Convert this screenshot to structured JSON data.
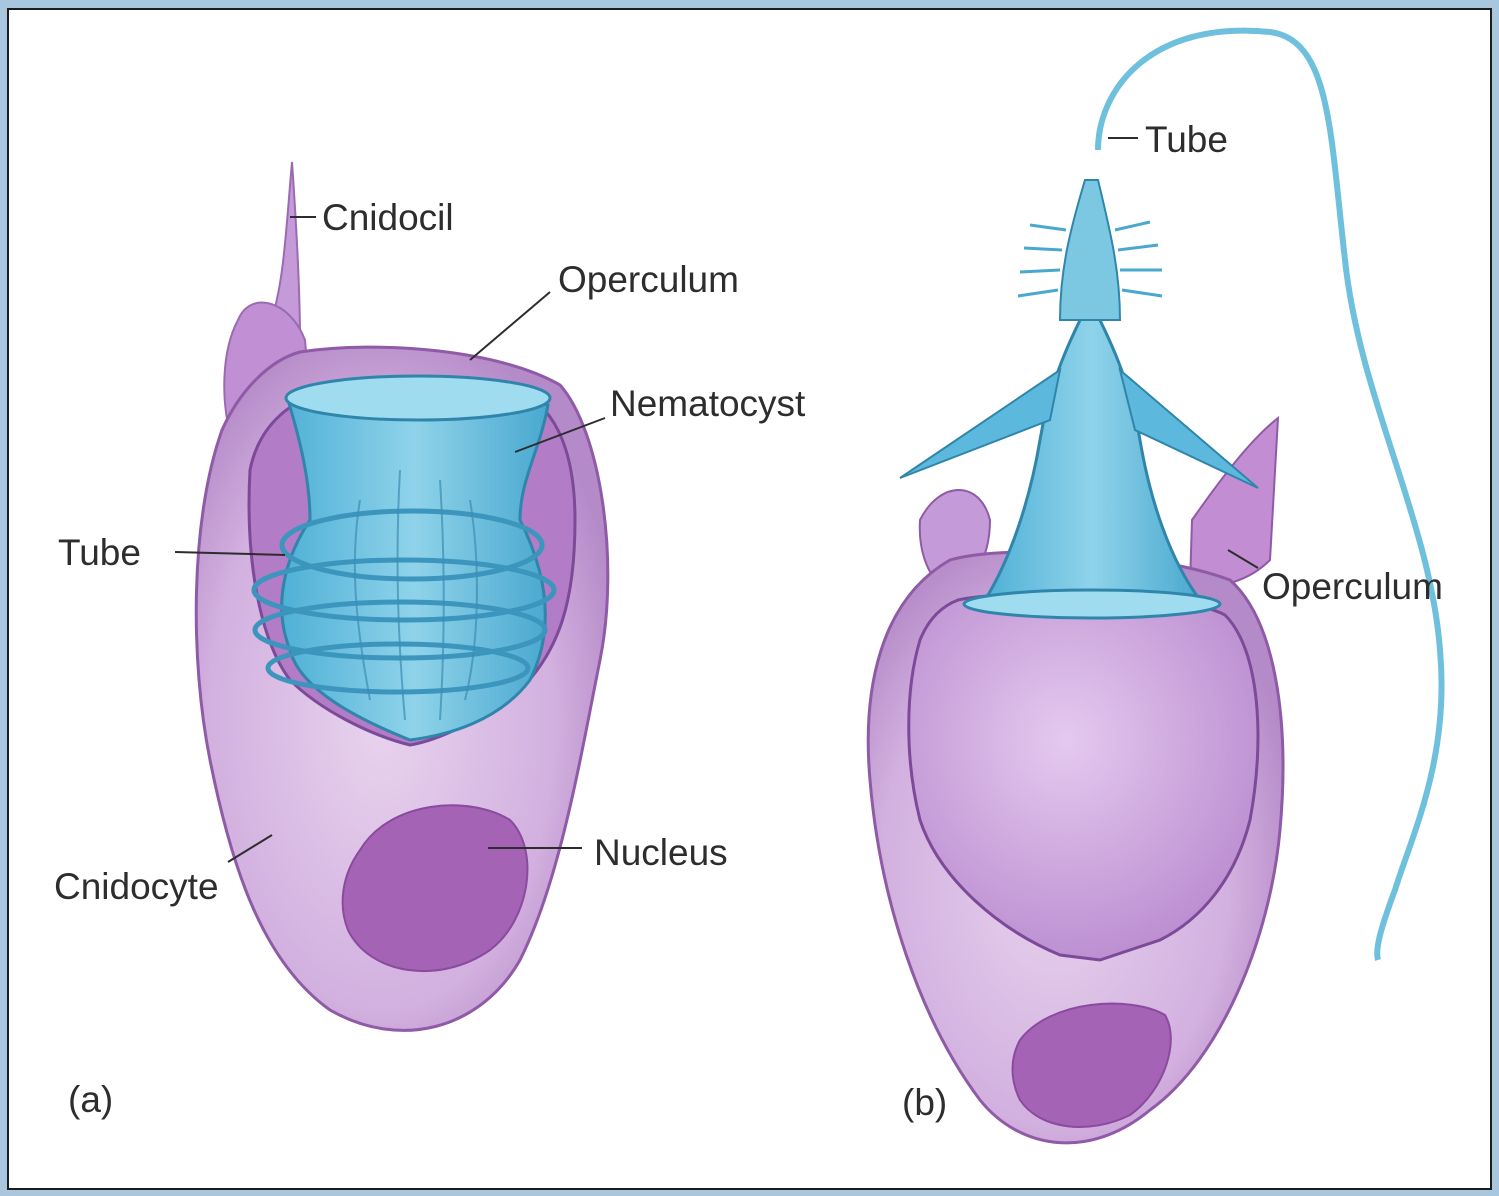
{
  "figure": {
    "panel_a": {
      "letter": "(a)",
      "labels": {
        "cnidocil": "Cnidocil",
        "operculum": "Operculum",
        "nematocyst": "Nematocyst",
        "tube": "Tube",
        "cnidocyte": "Cnidocyte",
        "nucleus": "Nucleus"
      }
    },
    "panel_b": {
      "letter": "(b)",
      "labels": {
        "tube": "Tube",
        "operculum": "Operculum"
      }
    }
  },
  "colors": {
    "frame": "#a9c6df",
    "cell": "#c9a2d6",
    "cell_dark": "#a06cb8",
    "nucleus": "#9a5aa8",
    "nematocyst": "#6cc3dc",
    "nematocyst_dark": "#3b9bc0"
  }
}
